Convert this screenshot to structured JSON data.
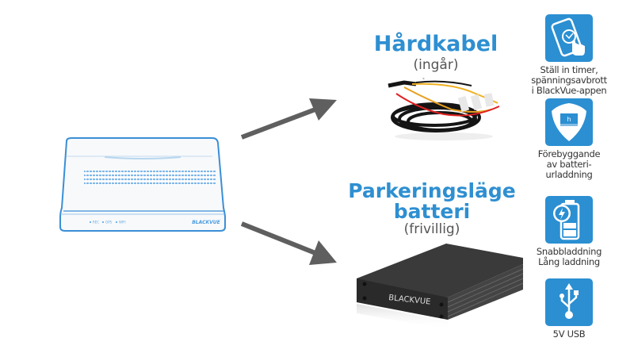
{
  "device": {
    "brand": "BLACKVUE",
    "leds": [
      "REC",
      "GPS",
      "WIFI"
    ]
  },
  "options": [
    {
      "title": "Hårdkabel",
      "subtitle": "(ingår)",
      "product": "hardwire-cable"
    },
    {
      "title_lines": [
        "Parkeringsläge",
        "batteri"
      ],
      "subtitle": "(frivillig)",
      "product": "battery-pack",
      "brand": "BLACKVUE"
    }
  ],
  "features": [
    {
      "icon": "phone-touch-icon",
      "label_lines": [
        "Ställ in timer,",
        "spänningsavbrott",
        "i BlackVue-appen"
      ]
    },
    {
      "icon": "battery-shield-icon",
      "label_lines": [
        "Förebyggande",
        "av batteri-",
        "urladdning"
      ]
    },
    {
      "icon": "fast-charge-battery-icon",
      "label_lines": [
        "Snabbladdning",
        "Lång laddning"
      ]
    },
    {
      "icon": "usb-icon",
      "label_lines": [
        "5V USB"
      ]
    }
  ],
  "colors": {
    "accent": "#2b8fd2",
    "arrow": "#5f5f5f",
    "device_outline": "#3a8fd6"
  }
}
